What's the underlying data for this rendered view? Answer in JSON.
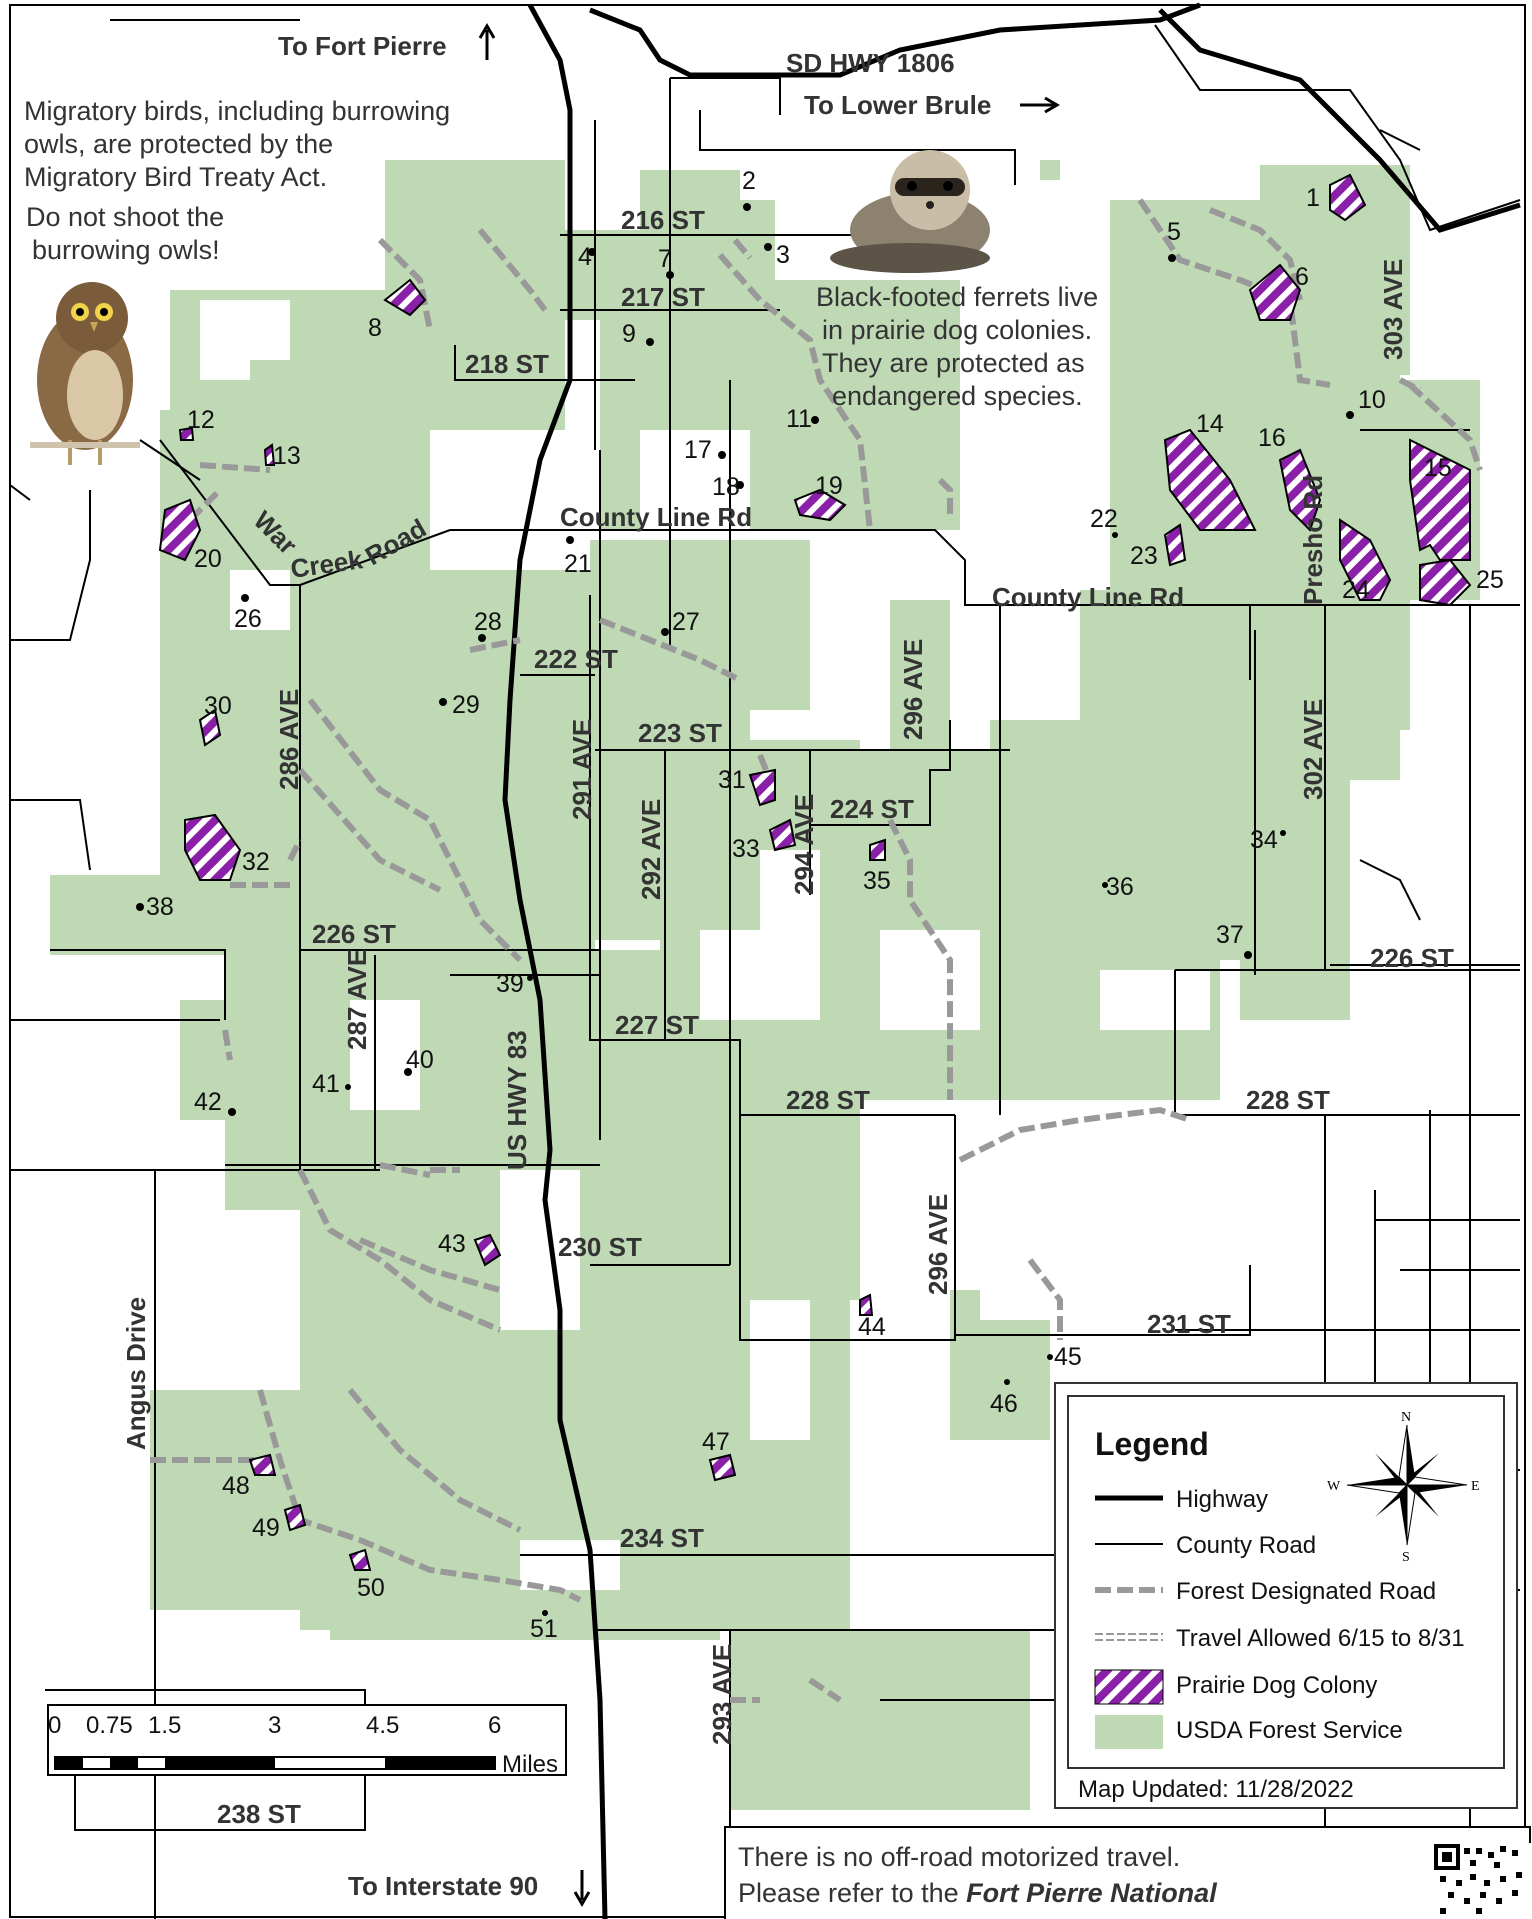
{
  "directions": {
    "to_fort_pierre": "To Fort Pierre",
    "to_lower_brule": "To Lower Brule",
    "to_interstate": "To Interstate 90"
  },
  "notes": {
    "birds_line1": "Migratory birds, including burrowing",
    "birds_line2": "owls, are protected by the",
    "birds_line3": "Migratory Bird Treaty Act.",
    "owls_line1": "Do not shoot the",
    "owls_line2": "burrowing owls!",
    "ferret_line1": "Black-footed ferrets live",
    "ferret_line2": "in prairie dog colonies.",
    "ferret_line3": "They are protected as",
    "ferret_line4": "endangered species.",
    "bottom_line1": "There is no off-road motorized travel.",
    "bottom_line2_prefix": "Please refer to the ",
    "bottom_line2_bold": "Fort Pierre National"
  },
  "roads": {
    "sd_hwy_1806": "SD HWY 1806",
    "us_hwy_83": "US HWY 83",
    "st_216": "216 ST",
    "st_217": "217 ST",
    "st_218": "218 ST",
    "st_222": "222 ST",
    "st_223": "223 ST",
    "st_224": "224 ST",
    "st_226_w": "226 ST",
    "st_226_e": "226 ST",
    "st_227": "227 ST",
    "st_228_w": "228 ST",
    "st_228_e": "228 ST",
    "st_230": "230 ST",
    "st_231": "231 ST",
    "st_234": "234 ST",
    "st_238": "238 ST",
    "county_line_w": "County Line Rd",
    "county_line_e": "County Line Rd",
    "war": "War",
    "creek": "Creek",
    "road": "Road",
    "presho_rd": "Presho Rd",
    "angus_drive": "Angus Drive",
    "ave_286": "286 AVE",
    "ave_287": "287 AVE",
    "ave_291": "291 AVE",
    "ave_292": "292 AVE",
    "ave_293": "293 AVE",
    "ave_294": "294 AVE",
    "ave_296_n": "296 AVE",
    "ave_296_s": "296 AVE",
    "ave_302": "302 AVE",
    "ave_303": "303 AVE"
  },
  "colonies": [
    "1",
    "2",
    "3",
    "4",
    "5",
    "6",
    "7",
    "8",
    "9",
    "10",
    "11",
    "12",
    "13",
    "14",
    "15",
    "16",
    "17",
    "18",
    "19",
    "20",
    "21",
    "22",
    "23",
    "24",
    "25",
    "26",
    "27",
    "28",
    "29",
    "30",
    "31",
    "32",
    "33",
    "34",
    "35",
    "36",
    "37",
    "38",
    "39",
    "40",
    "41",
    "42",
    "43",
    "44",
    "45",
    "46",
    "47",
    "48",
    "49",
    "50",
    "51"
  ],
  "legend": {
    "title": "Legend",
    "highway": "Highway",
    "county_road": "County Road",
    "forest_road": "Forest Designated Road",
    "travel_allowed": "Travel Allowed 6/15 to 8/31",
    "prairie_dog": "Prairie Dog Colony",
    "usda": "USDA Forest Service",
    "updated": "Map Updated: 11/28/2022",
    "compass_n": "N",
    "compass_s": "S",
    "compass_e": "E",
    "compass_w": "W"
  },
  "scale": {
    "ticks": [
      "0",
      "0.75",
      "1.5",
      "3",
      "4.5",
      "6"
    ],
    "unit": "Miles"
  },
  "colors": {
    "forest": "#bfd9b5",
    "colony": "#8a1fa8",
    "road": "#000000",
    "forest_road": "#999999"
  }
}
